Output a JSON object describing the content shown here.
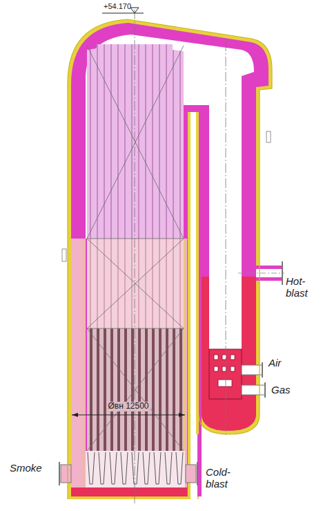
{
  "diagram": {
    "labels": [
      "+54.170",
      "Hot-blast",
      "Air",
      "Gas",
      "Øвн 12500",
      "Smoke",
      "Cold-blast"
    ]
  }
}
